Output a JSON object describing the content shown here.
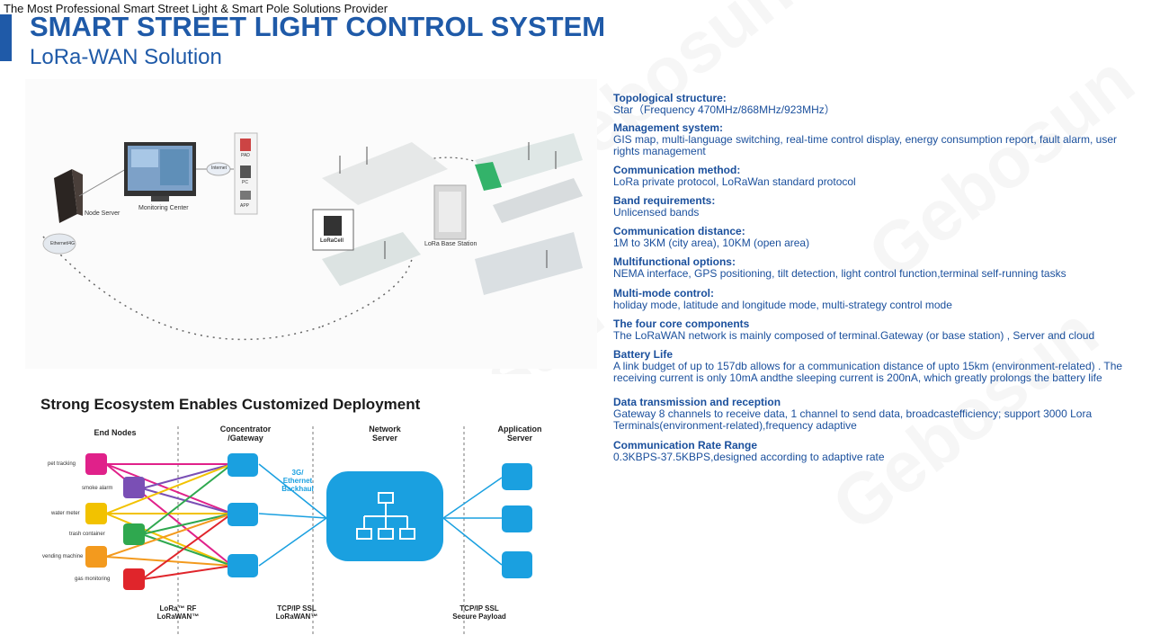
{
  "header": {
    "tagline": "The Most Professional Smart Street Light & Smart Pole Solutions Provider",
    "title": "SMART STREET LIGHT CONTROL SYSTEM",
    "subtitle": "LoRa-WAN Solution"
  },
  "topology": {
    "node_server": "Node Server",
    "monitoring_center": "Monitoring Center",
    "internet": "Internet",
    "pad": "PAD",
    "pc": "PC",
    "app": "APP",
    "ethernet": "Ethernet/4G",
    "loracell": "LoRaCell",
    "base_station": "LoRa Base Station"
  },
  "ecosystem": {
    "title": "Strong Ecosystem Enables Customized Deployment",
    "columns": [
      {
        "line1": "End Nodes",
        "line2": ""
      },
      {
        "line1": "Concentrator",
        "line2": "/Gateway"
      },
      {
        "line1": "Network",
        "line2": "Server"
      },
      {
        "line1": "Application",
        "line2": "Server"
      }
    ],
    "nodes": [
      "pet tracking",
      "smoke alarm",
      "water meter",
      "trash container",
      "vending machine",
      "gas monitoring"
    ],
    "backhaul": [
      "3G/",
      "Ethernet",
      "Backhaul"
    ],
    "footers": [
      {
        "line1": "LoRa™ RF",
        "line2": "LoRaWAN™"
      },
      {
        "line1": "TCP/IP SSL",
        "line2": "LoRaWAN™"
      },
      {
        "line1": "TCP/IP SSL",
        "line2": "Secure Payload"
      }
    ]
  },
  "specs": [
    {
      "heading": "Topological structure:",
      "body": "Star（Frequency 470MHz/868MHz/923MHz）"
    },
    {
      "heading": "Management system:",
      "body": "GIS map, multi-language switching, real-time control display, energy consumption report, fault alarm, user rights management"
    },
    {
      "heading": "Communication method:",
      "body": "LoRa private protocol, LoRaWan standard protocol"
    },
    {
      "heading": "Band requirements:",
      "body": "Unlicensed bands"
    },
    {
      "heading": "Communication distance:",
      "body": "1M to 3KM (city area), 10KM (open area)"
    },
    {
      "heading": "Multifunctional options:",
      "body": "NEMA interface, GPS positioning, tilt detection, light control function,terminal self-running tasks"
    },
    {
      "heading": "Multi-mode control:",
      "body": "holiday mode, latitude and longitude mode, multi-strategy control mode"
    },
    {
      "heading": "The four core components",
      "body": "The LoRaWAN network is mainly composed of terminal.Gateway (or base station) , Server and cloud"
    },
    {
      "heading": "Battery Life",
      "body": "A link budget of up to 157db allows for a communication distance of upto 15km (environment-related) . The receiving current is only 10mA andthe sleeping current is 200nA, which greatly prolongs the battery life"
    },
    {
      "heading": "Data transmission and reception",
      "body": "Gateway 8 channels to receive data, 1 channel to send data, broadcastefficiency; support 3000 Lora Terminals(environment-related),frequency adaptive"
    },
    {
      "heading": "Communication Rate Range",
      "body": "0.3KBPS-37.5KBPS,designed according to adaptive rate"
    }
  ],
  "colors": {
    "brand": "#1f5aa8",
    "spec_text": "#1a4f9c",
    "node_colors": [
      "#e0218a",
      "#7a4fb5",
      "#f2c200",
      "#2fa84f",
      "#f39a1e",
      "#e0252b"
    ],
    "server_blue": "#1aa0e0"
  }
}
